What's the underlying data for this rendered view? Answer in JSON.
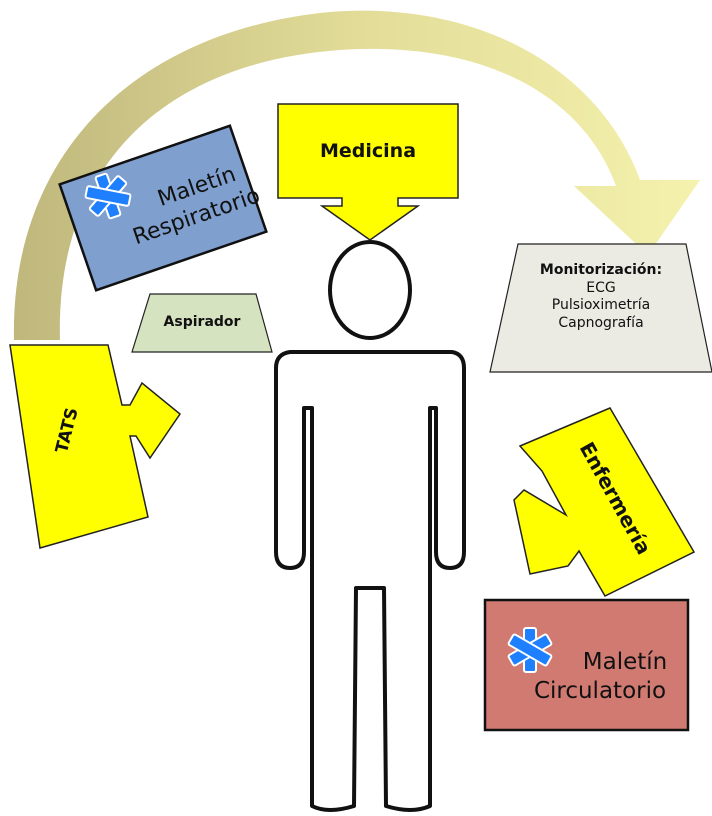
{
  "medicina": {
    "label": "Medicina"
  },
  "maletin_respiratorio": {
    "line1": "Maletín",
    "line2": "Respiratorio"
  },
  "aspirador": {
    "label": "Aspirador"
  },
  "monitorizacion": {
    "title": "Monitorización:",
    "items": [
      "ECG",
      "Pulsioximetría",
      "Capnografía"
    ]
  },
  "tats": {
    "label": "TATS"
  },
  "enfermeria": {
    "label": "Enfermería"
  },
  "maletin_circulatorio": {
    "line1": "Maletín",
    "line2": "Circulatorio"
  },
  "colors": {
    "yellow": "#ffff00",
    "respiratorio": "#7f9fcf",
    "circulatorio": "#d07a72",
    "aspirador": "#d5e3c0",
    "monitor": "#ecebe3",
    "star": "#1e7fff",
    "arc_start": "#c9c28a",
    "arc_end": "#f3f0a6"
  },
  "icons": {
    "respiratorio": "star-of-life-icon",
    "circulatorio": "star-of-life-icon"
  }
}
